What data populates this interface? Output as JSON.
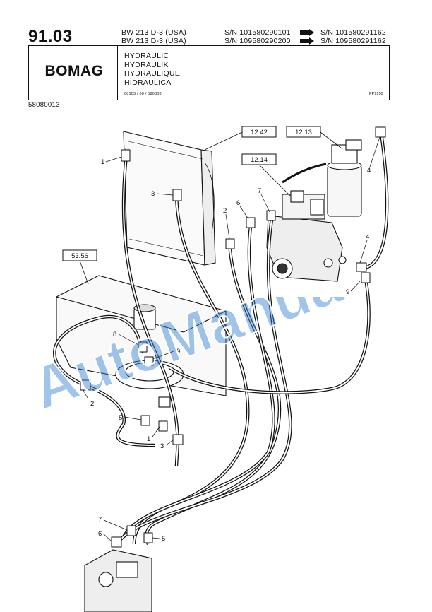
{
  "header": {
    "page_number": "91.03",
    "model_lines": [
      "BW 213 D-3 (USA)",
      "BW 213 D-3 (USA)"
    ],
    "serial_from": [
      "S/N 101580290101",
      "S/N 109580290200"
    ],
    "serial_to": [
      "S/N 101580291162",
      "S/N 109580291162"
    ],
    "brand": "BOMAG",
    "titles": [
      "HYDRAULIC",
      "HYDRAULIK",
      "HYDRAULIQUE",
      "HIDRAULICA"
    ],
    "doc_ref": "08103 / 00 / 580808",
    "plate_code": "PP9150",
    "part_number": "58080013"
  },
  "drawing": {
    "ref_boxes": [
      "12.42",
      "12.13",
      "12.14",
      "53.56"
    ],
    "callouts": {
      "c1_top": "1",
      "c3_top": "3",
      "c2_top": "2",
      "c6_top": "6",
      "c7_top": "7",
      "c4_top": "4",
      "c4_mid": "4",
      "c9_mid": "9",
      "c8_tank": "8",
      "c9_tank": "9",
      "c2_left": "2",
      "c5_tank": "5",
      "c1_tank": "1",
      "c3_tank": "3",
      "c7_bot": "7",
      "c6_bot": "6",
      "c5_bot": "5"
    }
  },
  "watermark": {
    "text": "AutoManual",
    "color": "#2f7fd0"
  }
}
